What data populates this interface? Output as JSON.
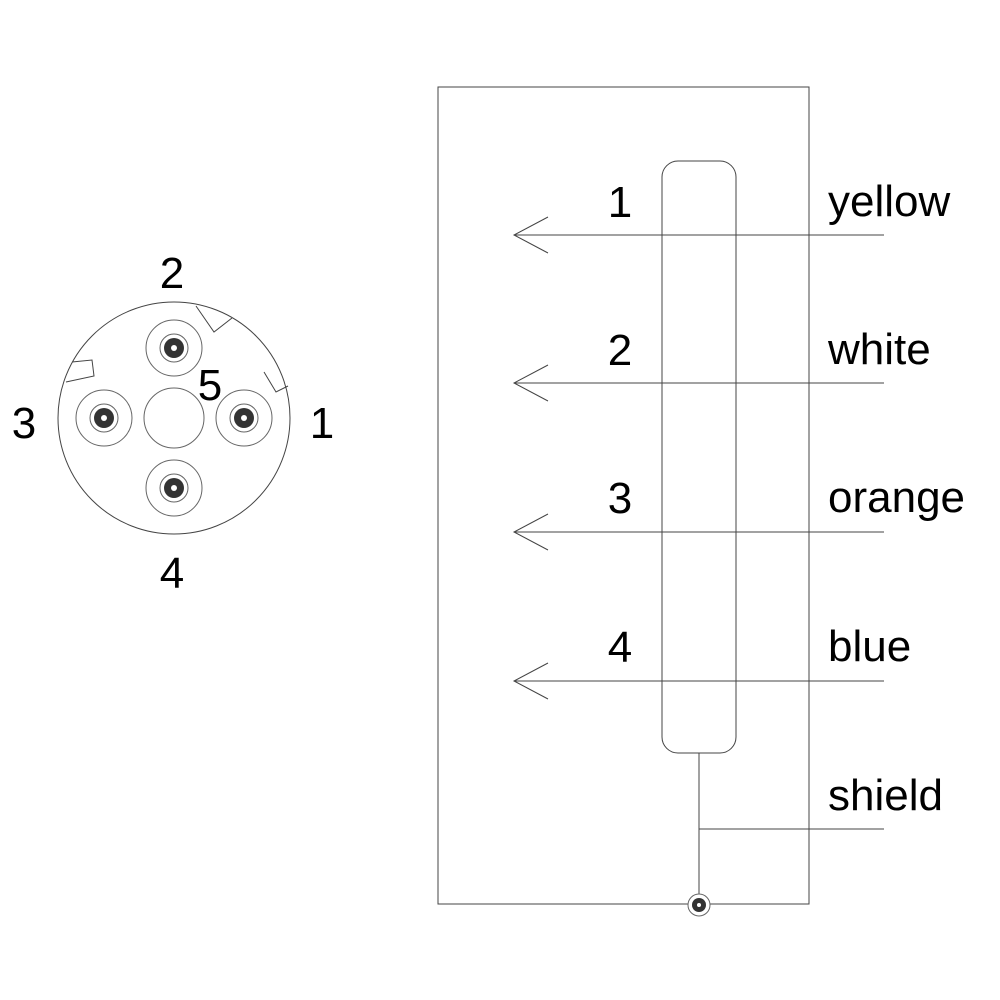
{
  "connector": {
    "pins": [
      {
        "number": "1",
        "label": "1"
      },
      {
        "number": "2",
        "label": "2"
      },
      {
        "number": "3",
        "label": "3"
      },
      {
        "number": "4",
        "label": "4"
      },
      {
        "number": "5",
        "label": "5"
      }
    ]
  },
  "wiring": {
    "wires": [
      {
        "pin": "1",
        "color_name": "yellow"
      },
      {
        "pin": "2",
        "color_name": "white"
      },
      {
        "pin": "3",
        "color_name": "orange"
      },
      {
        "pin": "4",
        "color_name": "blue"
      }
    ],
    "shield_label": "shield"
  },
  "colors": {
    "line": "#444444",
    "text": "#000000",
    "background": "#ffffff"
  }
}
